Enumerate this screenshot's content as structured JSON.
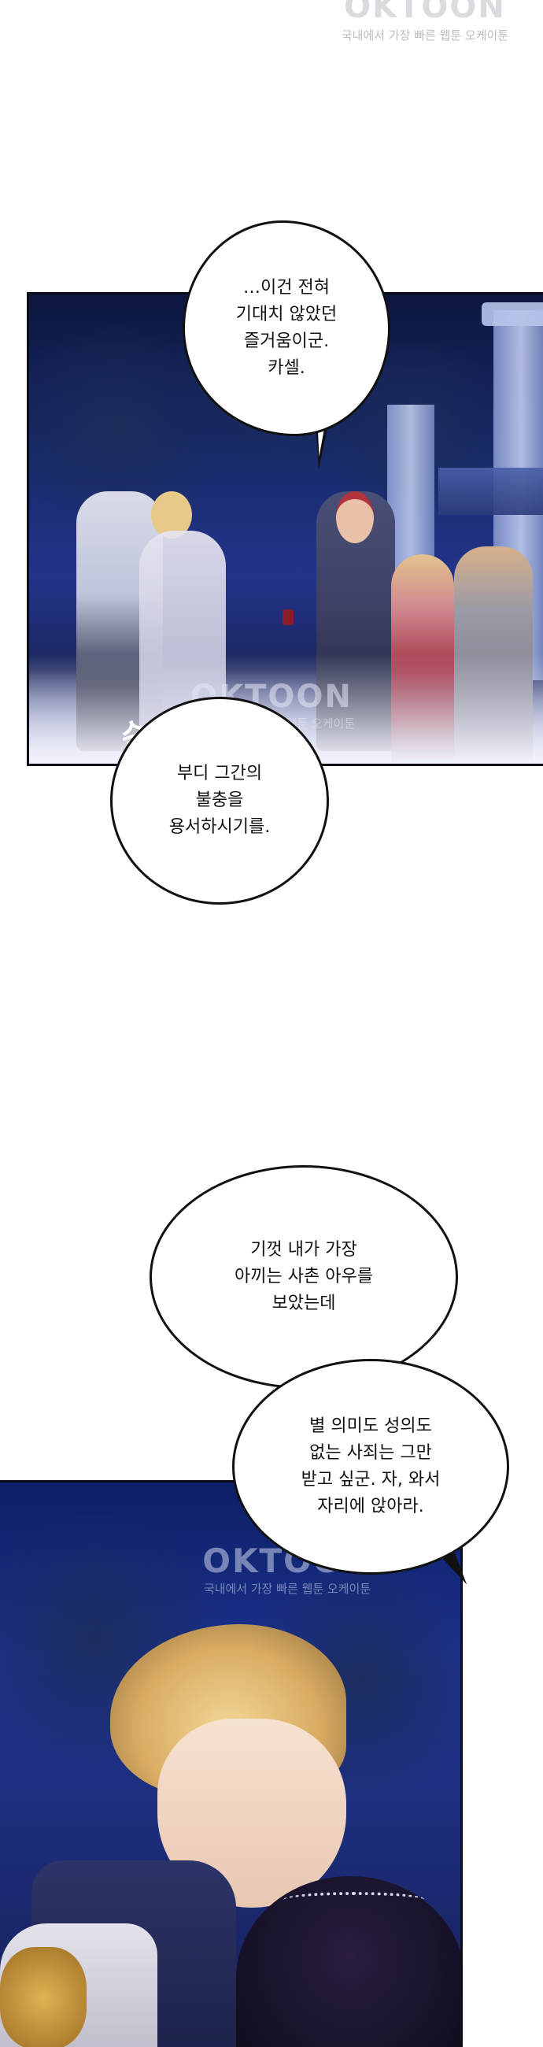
{
  "watermarks": {
    "top": {
      "logo": "OKTOON",
      "tagline": "국내에서 가장 빠른 웹툰 오케이툰"
    },
    "middle": {
      "logo": "OKTOON",
      "tagline": "국내에서 가장 빠른 웹툰 오케이툰"
    },
    "bottom": {
      "logo": "OKTOON",
      "tagline": "국내에서 가장 빠른 웹툰 오케이툰"
    }
  },
  "dialogue": {
    "bubble_1": "…이건 전혀\n기대치 않았던\n즐거움이군.\n카셀.",
    "bubble_2": "부디 그간의\n불충을\n용서하시기를.",
    "bubble_3": "기껏 내가 가장\n아끼는 사촌 아우를\n보았는데",
    "bubble_4": "별 의미도 성의도\n없는 사죄는 그만\n받고 싶군. 자, 와서\n자리에 앉아라."
  },
  "sfx": {
    "panel_1": "슥"
  },
  "colors": {
    "night_sky": "#182a6a",
    "bubble_fill": "#ffffff",
    "bubble_outline": "#111111",
    "watermark": "#c8c8cd"
  }
}
